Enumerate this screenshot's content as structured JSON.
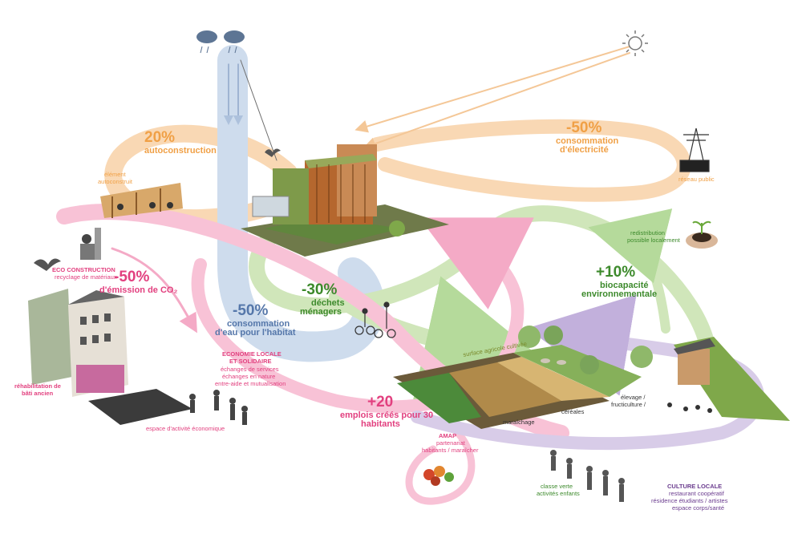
{
  "colors": {
    "orange": "#f0a046",
    "pink": "#e2407f",
    "blue": "#5577aa",
    "green": "#3d8a2c",
    "purple": "#6b3d8f",
    "light_orange_flow": "#f8d2a8",
    "light_pink_flow": "#f7b8cf",
    "light_blue_flow": "#c6d6ea",
    "light_green_flow": "#c8e2ae",
    "light_purple_flow": "#d2c4e4"
  },
  "icons": {
    "clouds": "cloud-rain-icon",
    "sun": "sun-icon",
    "pylon": "power-pylon-icon",
    "seedling": "seedling-hands-icon",
    "bird": "bird-icon",
    "cyclists": "cyclists-icon",
    "vegetables": "vegetables-basket-icon"
  },
  "labels": {
    "autoconstruction": {
      "value": "20%",
      "text": "autoconstruction"
    },
    "atelier": {
      "line1": "élément",
      "line2": "autoconstruit"
    },
    "electricite": {
      "value": "-50%",
      "line1": "consommation",
      "line2": "d'électricité"
    },
    "reseau": {
      "text": "réseau public"
    },
    "redistribution": {
      "line1": "redistribution",
      "line2": "possible localement"
    },
    "biocapacite": {
      "value": "+10%",
      "line1": "biocapacité",
      "line2": "environnementale"
    },
    "eco_construction": {
      "title": "ECO CONSTRUCTION",
      "subtitle": "recyclage de matériaux"
    },
    "co2": {
      "value": "-50%",
      "text": "d'émission de CO₂"
    },
    "dechets": {
      "value": "-30%",
      "line1": "déchets",
      "line2": "ménagers"
    },
    "eau": {
      "value": "-50%",
      "line1": "consommation",
      "line2": "d'eau pour l'habitat"
    },
    "economie": {
      "title1": "ECONOMIE LOCALE",
      "title2": "ET SOLIDAIRE",
      "items": [
        "échanges de services",
        "échanges en nature",
        "entre-aide et mutualisation"
      ]
    },
    "rehabilitation": {
      "line1": "réhabilitation de",
      "line2": "bâti ancien"
    },
    "espace_activite": {
      "text": "espace d'activité économique"
    },
    "emplois": {
      "value": "+20",
      "line1": "emplois créés pour 30",
      "line2": "habitants"
    },
    "surface_agricole": {
      "text": "surface agricole cultivée"
    },
    "cereales": {
      "text": "céréales"
    },
    "elevage": {
      "line1": "élevage /",
      "line2": "fructiculture /"
    },
    "maraichage": {
      "text": "maraîchage"
    },
    "amap": {
      "title": "AMAP",
      "line1": "partenariat",
      "line2": "habitants / maraîcher"
    },
    "classe_verte": {
      "line1": "classe verte",
      "line2": "activités enfants"
    },
    "culture": {
      "title": "CULTURE LOCALE",
      "items": [
        "restaurant coopératif",
        "résidence étudiants / artistes",
        "espace corps/santé"
      ]
    }
  }
}
